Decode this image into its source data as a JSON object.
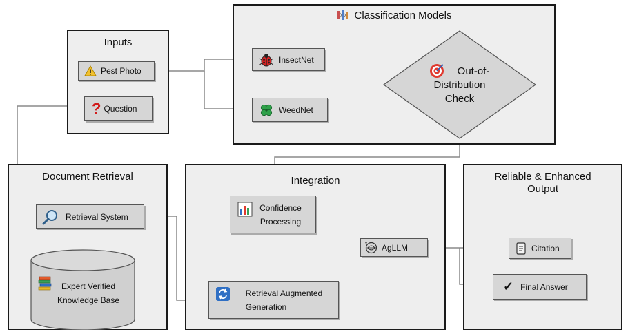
{
  "panels": {
    "inputs": "Inputs",
    "classification": "Classification Models",
    "retrieval": "Document Retrieval",
    "integration": "Integration",
    "output": "Reliable & Enhanced\nOutput"
  },
  "nodes": {
    "pest_photo": "Pest Photo",
    "question": "Question",
    "insectnet": "InsectNet",
    "weednet": "WeedNet",
    "ood": "Out-of-\nDistribution\nCheck",
    "retrieval_system": "Retrieval System",
    "knowledge_base": "Expert Verified\nKnowledge Base",
    "confidence": "Confidence\nProcessing",
    "rag": "Retrieval Augmented\nGeneration",
    "agllm": "AgLLM",
    "citation": "Citation",
    "final_answer": "Final Answer"
  },
  "icons": {
    "pest_photo": "warning-icon",
    "question": "question-mark-icon",
    "insectnet": "ladybug-icon",
    "weednet": "four-leaf-clover-icon",
    "ood": "target-icon",
    "classification": "neural-network-icon",
    "retrieval_system": "magnifier-icon",
    "knowledge_base": "books-icon",
    "confidence": "bar-chart-icon",
    "rag": "cycle-arrows-icon",
    "agllm": "llm-logo-icon",
    "citation": "document-icon",
    "final_answer": "check-icon"
  },
  "colors": {
    "panel_bg": "#eeeeee",
    "node_bg": "#d6d6d6",
    "wire": "#8a8a8a",
    "border": "#1a1a1a"
  }
}
